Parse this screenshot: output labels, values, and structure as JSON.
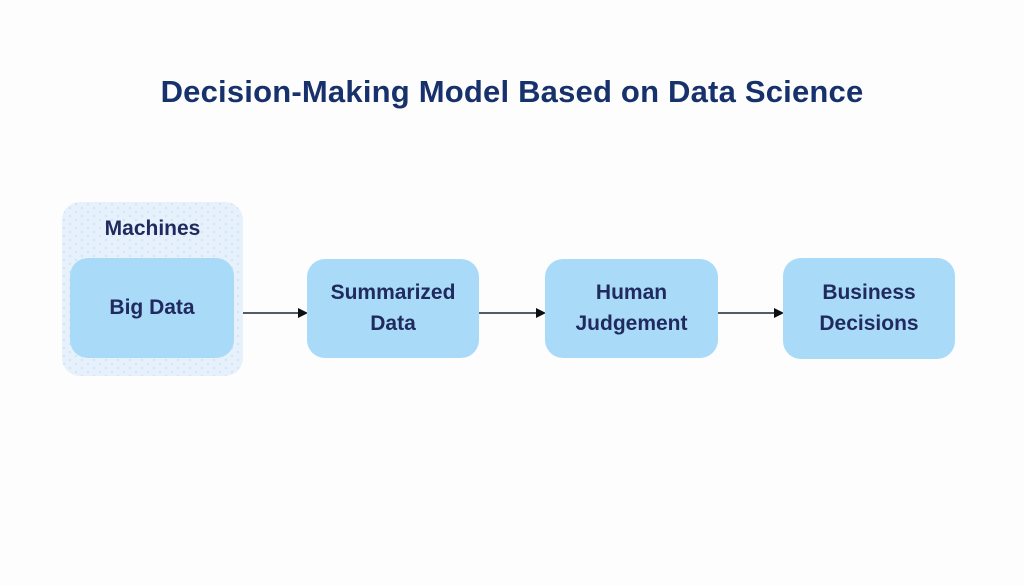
{
  "title": {
    "text": "Decision-Making Model Based on Data Science"
  },
  "diagram": {
    "group": {
      "label": "Machines"
    },
    "nodes": [
      {
        "id": "big-data",
        "label": "Big Data"
      },
      {
        "id": "summarized-data",
        "label": "Summarized Data"
      },
      {
        "id": "human-judgement",
        "label": "Human Judgement"
      },
      {
        "id": "business-decisions",
        "label": "Business Decisions"
      }
    ],
    "arrows": [
      {
        "from": "big-data",
        "to": "summarized-data"
      },
      {
        "from": "summarized-data",
        "to": "human-judgement"
      },
      {
        "from": "human-judgement",
        "to": "business-decisions"
      }
    ]
  },
  "colors": {
    "page-bg": "#fdfdfd",
    "title-color": "#16316b",
    "node-fill": "#a9daf8",
    "node-text": "#202a5e",
    "group-fill": "#e7f1fc",
    "group-dot": "#d3e3f5",
    "arrow-line": "#515c66",
    "arrow-head": "#0b0e12"
  }
}
